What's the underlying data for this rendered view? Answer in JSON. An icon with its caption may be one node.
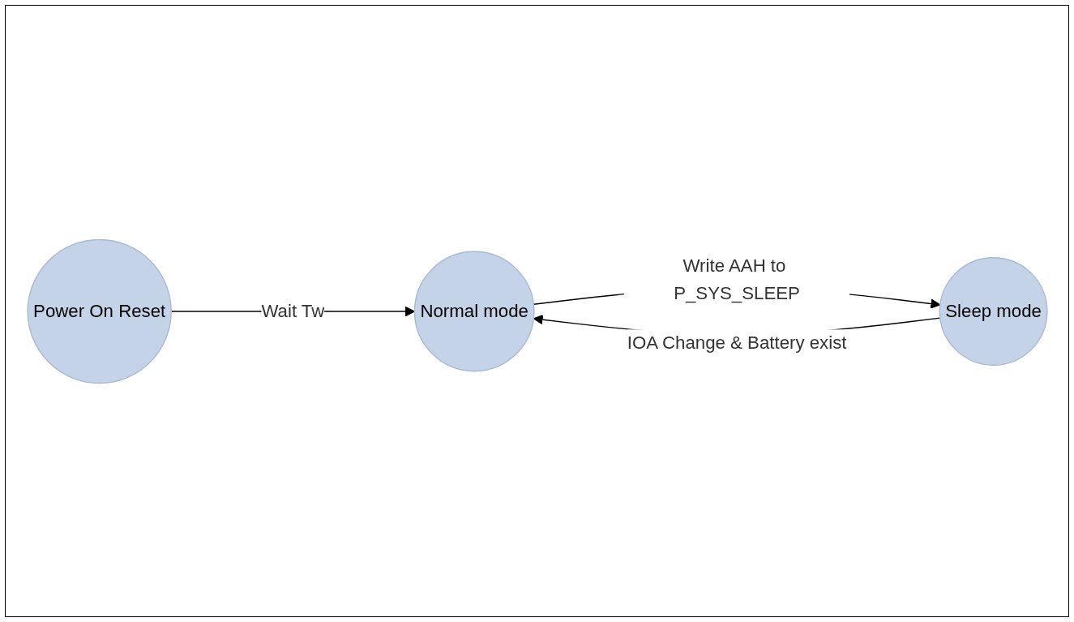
{
  "diagram": {
    "nodes": [
      {
        "text": [
          "Power On Reset"
        ]
      },
      {
        "text": [
          "Normal mode"
        ]
      },
      {
        "text": [
          "Sleep mode"
        ]
      }
    ],
    "edges": [
      {
        "from": 0,
        "to": 1,
        "arrow": "to",
        "label": "Wait Tw"
      },
      {
        "from": 2,
        "to": 1,
        "arrow": "to",
        "label": "IOA Change & Battery exist"
      },
      {
        "from": 1,
        "to": 2,
        "arrow": "to",
        "label": "Write AAH to P_SYS_SLEEP"
      }
    ]
  }
}
